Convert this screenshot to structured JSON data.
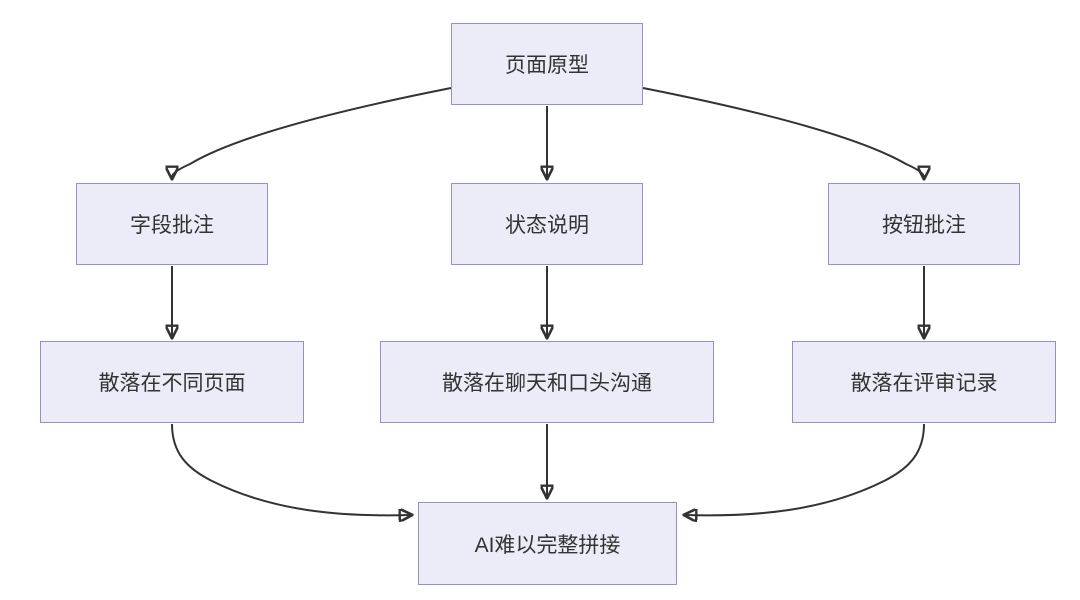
{
  "diagram": {
    "type": "flowchart",
    "direction": "top-down",
    "nodes": {
      "root": {
        "label": "页面原型"
      },
      "field": {
        "label": "字段批注"
      },
      "status": {
        "label": "状态说明"
      },
      "button": {
        "label": "按钮批注"
      },
      "pages": {
        "label": "散落在不同页面"
      },
      "chat": {
        "label": "散落在聊天和口头沟通"
      },
      "review": {
        "label": "散落在评审记录"
      },
      "ai": {
        "label": "AI难以完整拼接"
      }
    },
    "edges": [
      {
        "from": "页面原型",
        "to": "字段批注"
      },
      {
        "from": "页面原型",
        "to": "状态说明"
      },
      {
        "from": "页面原型",
        "to": "按钮批注"
      },
      {
        "from": "字段批注",
        "to": "散落在不同页面"
      },
      {
        "from": "状态说明",
        "to": "散落在聊天和口头沟通"
      },
      {
        "from": "按钮批注",
        "to": "散落在评审记录"
      },
      {
        "from": "散落在不同页面",
        "to": "AI难以完整拼接"
      },
      {
        "from": "散落在聊天和口头沟通",
        "to": "AI难以完整拼接"
      },
      {
        "from": "散落在评审记录",
        "to": "AI难以完整拼接"
      }
    ],
    "colors": {
      "node_fill": "#ececf9",
      "node_border": "#9690c7",
      "edge": "#333333",
      "text": "#333333",
      "background": "#ffffff"
    }
  }
}
